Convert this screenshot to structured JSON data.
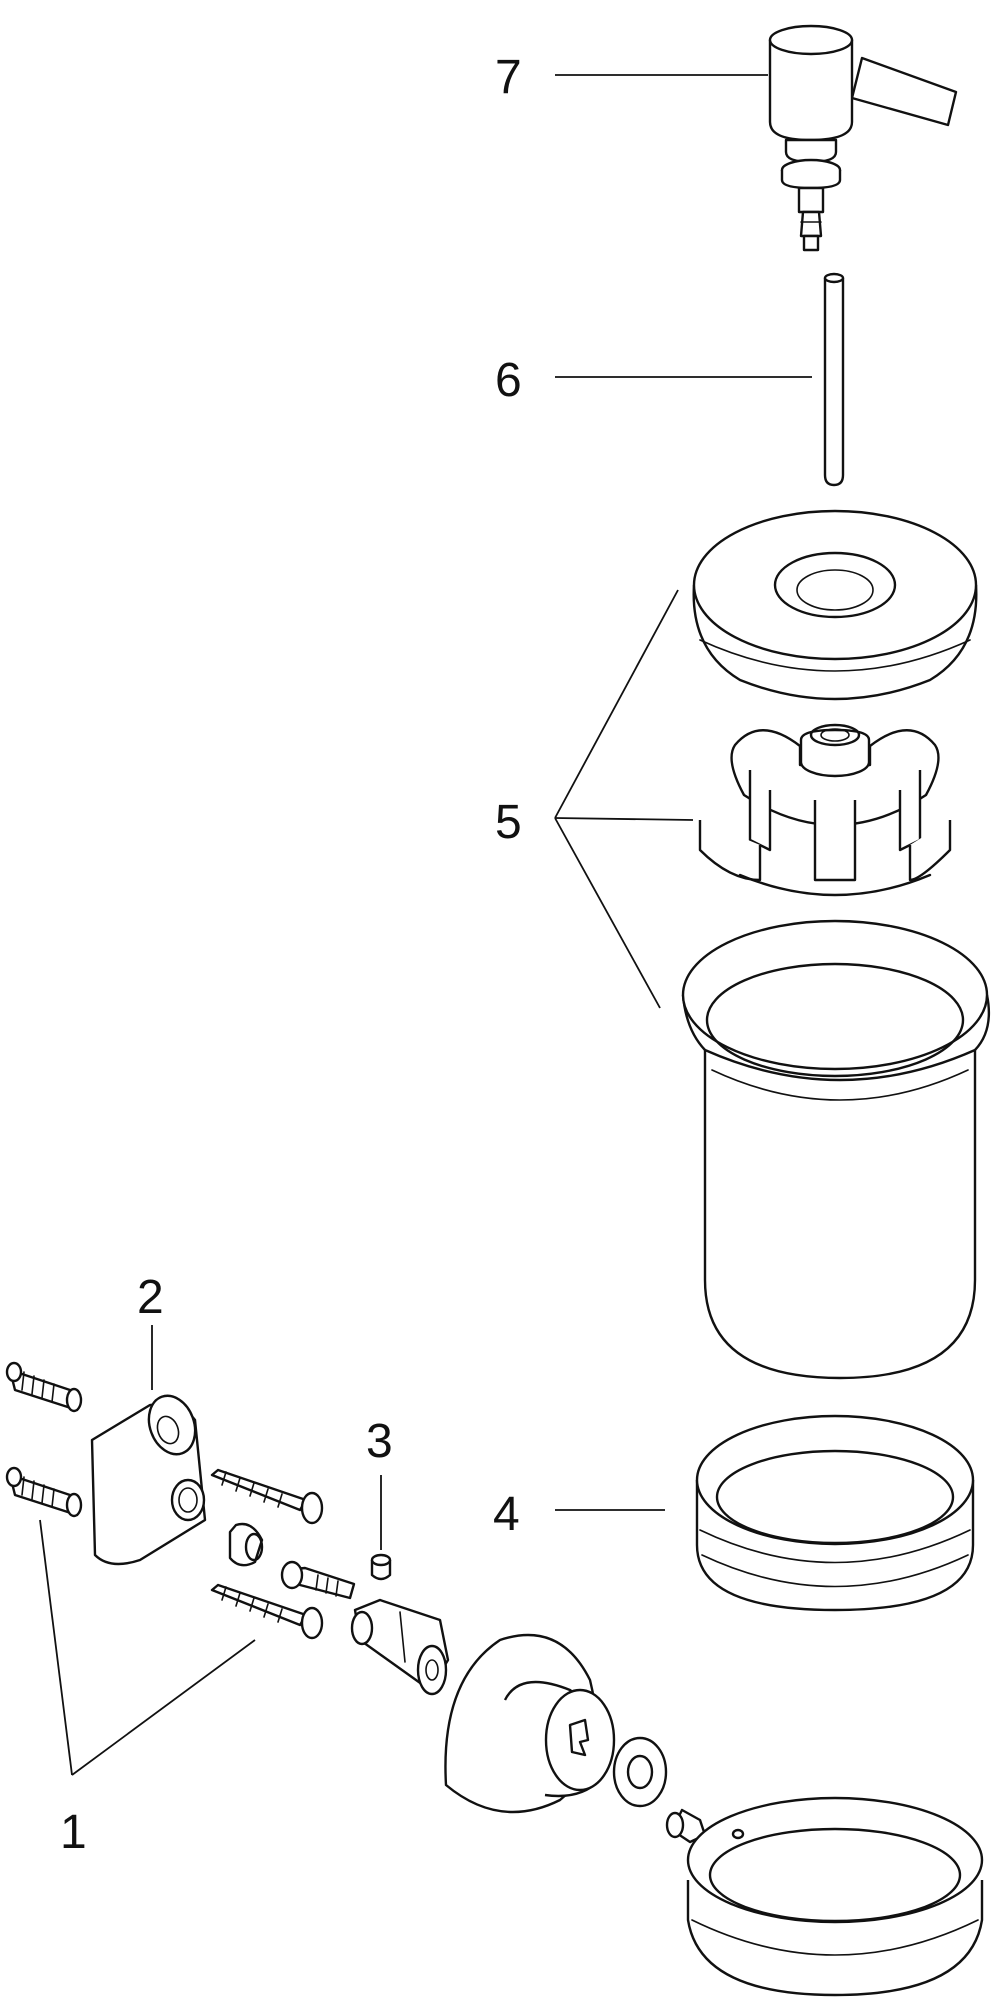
{
  "callouts": [
    {
      "id": "7",
      "label": "7"
    },
    {
      "id": "6",
      "label": "6"
    },
    {
      "id": "5",
      "label": "5"
    },
    {
      "id": "4",
      "label": "4"
    },
    {
      "id": "3",
      "label": "3"
    },
    {
      "id": "2",
      "label": "2"
    },
    {
      "id": "1",
      "label": "1"
    }
  ]
}
